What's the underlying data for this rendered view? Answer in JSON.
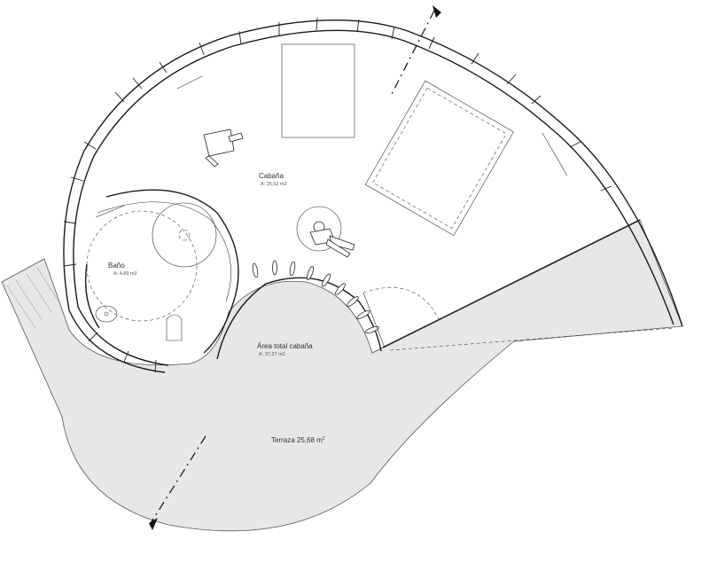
{
  "labels": {
    "cabana": {
      "name": "Cabaña",
      "area": "A: 25,52 m2"
    },
    "bano": {
      "name": "Baño",
      "area": "A: 4,89 m2"
    },
    "total": {
      "name": "Área total cabaña",
      "area": "A: 37,27 m2"
    },
    "terraza": {
      "name": "Terraza 25,68 m",
      "sup": "2"
    }
  },
  "colors": {
    "terrace_fill": "#e7e7e7",
    "wall_stroke": "#1a1a1a",
    "background": "#ffffff"
  },
  "icons": [
    "section-arrow-icon",
    "person-figure-icon",
    "chair-icon",
    "toilet-icon",
    "sink-icon",
    "bed-icon",
    "shower-icon"
  ]
}
